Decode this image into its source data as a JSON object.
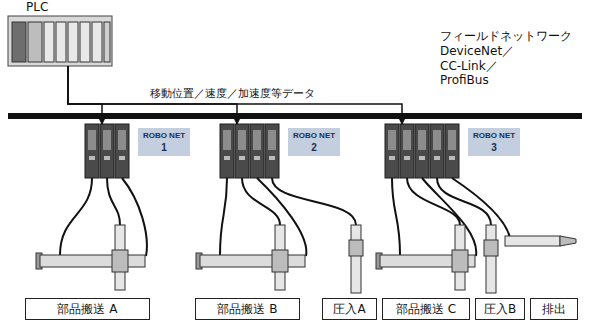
{
  "diagram": {
    "nodes": [
      {
        "text": [
          "PLC"
        ]
      },
      {
        "text": [
          "ROBO NET",
          "1"
        ]
      },
      {
        "text": [
          "ROBO NET",
          "2"
        ]
      },
      {
        "text": [
          "ROBO NET",
          "3"
        ]
      },
      {
        "text": [
          "部品搬送 A"
        ]
      },
      {
        "text": [
          "部品搬送 B"
        ]
      },
      {
        "text": [
          "圧入A"
        ]
      },
      {
        "text": [
          "部品搬送 C"
        ]
      },
      {
        "text": [
          "圧入B"
        ]
      },
      {
        "text": [
          "排出"
        ]
      }
    ],
    "edges": [
      {
        "from": 0,
        "to": 1,
        "arrow": "to"
      },
      {
        "from": 0,
        "to": 2,
        "arrow": "to"
      },
      {
        "from": 0,
        "to": 3,
        "arrow": "to"
      }
    ],
    "labels": [
      "フィールドネットワーク",
      "DeviceNet／",
      "CC-Link／",
      "ProfiBus",
      "移動位置／速度／加速度等データ"
    ]
  }
}
